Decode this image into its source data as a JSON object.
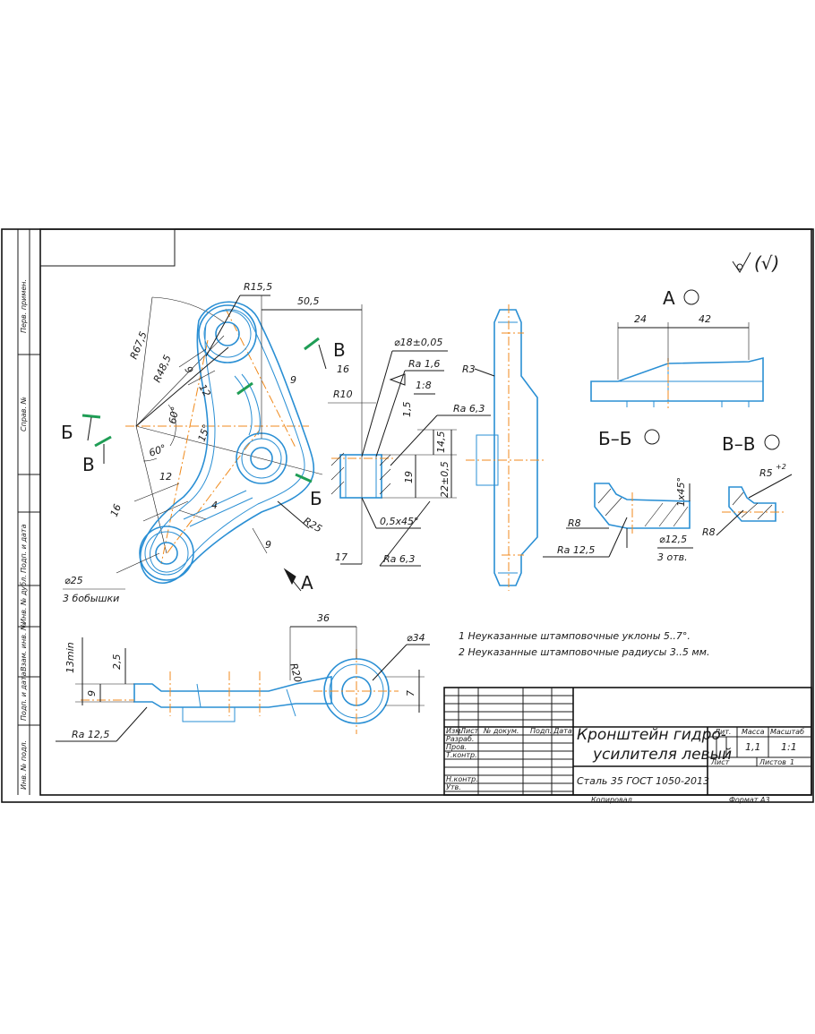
{
  "drawing": {
    "roughness": "(√)",
    "title_line1": "Кронштейн гидро-",
    "title_line2": "усилителя левый",
    "material": "Сталь 35 ГОСТ 1050-2013",
    "mass": "1,1",
    "scale": "1:1",
    "sheets_count": "1",
    "copied": "Копировал",
    "format": "Формат  А3"
  },
  "notes": [
    "1  Неуказанные штамповочные уклоны 5..7°.",
    "2  Неуказанные штамповочные радиусы 3..5 мм."
  ],
  "views": {
    "a": "А",
    "b": "Б",
    "v": "В",
    "section_a": "А",
    "section_bb": "Б–Б",
    "section_vv": "В–В"
  },
  "dims": {
    "r15_5": "R15,5",
    "d50_5": "50,5",
    "r67_5": "R67,5",
    "r48_5": "R48,5",
    "d9a": "9",
    "d12a": "12",
    "ang60a": "60°",
    "ang60b": "60°",
    "ang15": "15°",
    "d16a": "16",
    "d12b": "12",
    "d4": "4",
    "d16b": "16",
    "d9b": "9",
    "r25": "R25",
    "d25": "⌀25",
    "bosses": "3 бобышки",
    "d16c": "16",
    "r10": "R10",
    "d9c": "9",
    "phi18": "⌀18±0,05",
    "ra16": "Ra 1,6",
    "taper": "1:8",
    "ra63a": "Ra 6,3",
    "d1_5": "1,5",
    "d14_5": "14,5",
    "d19": "19",
    "d22": "22±0,5",
    "chamfer": "0,5x45°",
    "d17": "17",
    "ra63b": "Ra 6,3",
    "r3": "R3",
    "d24": "24",
    "d42": "42",
    "ch1x45": "1x45°",
    "r8a": "R8",
    "ra125a": "Ra 12,5",
    "phi12_5": "⌀12,5",
    "holes3": "3 отв.",
    "r5": "R5",
    "r5sup": "+2",
    "r8b": "R8",
    "d36": "36",
    "phi34": "⌀34",
    "r20": "R20",
    "min13": "13min",
    "d2_5": "2,5",
    "d9d": "9",
    "d7": "7",
    "ra125b": "Ra 12,5"
  },
  "title_block": {
    "headers": [
      "Изм.",
      "Лист",
      "№ докум.",
      "Подп.",
      "Дата"
    ],
    "roles": [
      "Разраб.",
      "Пров.",
      "Т.контр.",
      "",
      "Н.контр.",
      "Утв."
    ],
    "lit": "Лит.",
    "massa": "Масса",
    "masshtab": "Масштаб",
    "list": "Лист",
    "listov": "Листов"
  },
  "margin_labels": [
    "Перв. примен.",
    "Справ. №",
    "Подп. и дата",
    "Инв. № дубл.",
    "Взам. инв. №",
    "Подп. и дата",
    "Инв. № подл."
  ]
}
